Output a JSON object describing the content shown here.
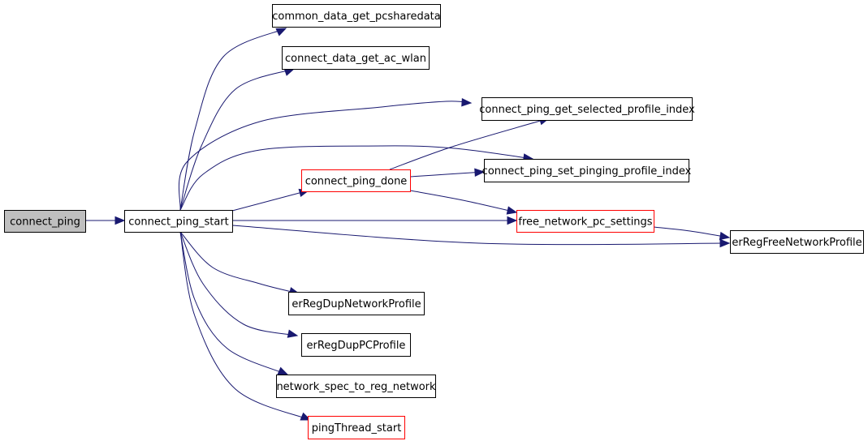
{
  "colors": {
    "edge": "#191970",
    "node_border": "#000000",
    "node_border_highlight": "#ff0000",
    "root_fill": "#bfbfbf",
    "node_fill": "#ffffff"
  },
  "graph": {
    "nodes": [
      {
        "id": "connect_ping",
        "label": "connect_ping",
        "style": "root"
      },
      {
        "id": "connect_ping_start",
        "label": "connect_ping_start",
        "style": "normal"
      },
      {
        "id": "common_data_get_pcsharedata",
        "label": "common_data_get_pcsharedata",
        "style": "normal"
      },
      {
        "id": "connect_data_get_ac_wlan",
        "label": "connect_data_get_ac_wlan",
        "style": "normal"
      },
      {
        "id": "connect_ping_get_selected_profile_index",
        "label": "connect_ping_get_selected_profile_index",
        "style": "normal"
      },
      {
        "id": "connect_ping_done",
        "label": "connect_ping_done",
        "style": "red"
      },
      {
        "id": "connect_ping_set_pinging_profile_index",
        "label": "connect_ping_set_pinging_profile_index",
        "style": "normal"
      },
      {
        "id": "free_network_pc_settings",
        "label": "free_network_pc_settings",
        "style": "red"
      },
      {
        "id": "erRegFreeNetworkProfile",
        "label": "erRegFreeNetworkProfile",
        "style": "normal"
      },
      {
        "id": "erRegDupNetworkProfile",
        "label": "erRegDupNetworkProfile",
        "style": "normal"
      },
      {
        "id": "erRegDupPCProfile",
        "label": "erRegDupPCProfile",
        "style": "normal"
      },
      {
        "id": "network_spec_to_reg_network",
        "label": "network_spec_to_reg_network",
        "style": "normal"
      },
      {
        "id": "pingThread_start",
        "label": "pingThread_start",
        "style": "red"
      }
    ],
    "edges": [
      {
        "from": "connect_ping",
        "to": "connect_ping_start"
      },
      {
        "from": "connect_ping_start",
        "to": "common_data_get_pcsharedata"
      },
      {
        "from": "connect_ping_start",
        "to": "connect_data_get_ac_wlan"
      },
      {
        "from": "connect_ping_start",
        "to": "connect_ping_get_selected_profile_index"
      },
      {
        "from": "connect_ping_start",
        "to": "connect_ping_set_pinging_profile_index"
      },
      {
        "from": "connect_ping_start",
        "to": "connect_ping_done"
      },
      {
        "from": "connect_ping_start",
        "to": "free_network_pc_settings"
      },
      {
        "from": "connect_ping_start",
        "to": "erRegFreeNetworkProfile"
      },
      {
        "from": "connect_ping_start",
        "to": "erRegDupNetworkProfile"
      },
      {
        "from": "connect_ping_start",
        "to": "erRegDupPCProfile"
      },
      {
        "from": "connect_ping_start",
        "to": "network_spec_to_reg_network"
      },
      {
        "from": "connect_ping_start",
        "to": "pingThread_start"
      },
      {
        "from": "connect_ping_done",
        "to": "connect_ping_get_selected_profile_index"
      },
      {
        "from": "connect_ping_done",
        "to": "connect_ping_set_pinging_profile_index"
      },
      {
        "from": "connect_ping_done",
        "to": "free_network_pc_settings"
      },
      {
        "from": "free_network_pc_settings",
        "to": "erRegFreeNetworkProfile"
      }
    ]
  }
}
